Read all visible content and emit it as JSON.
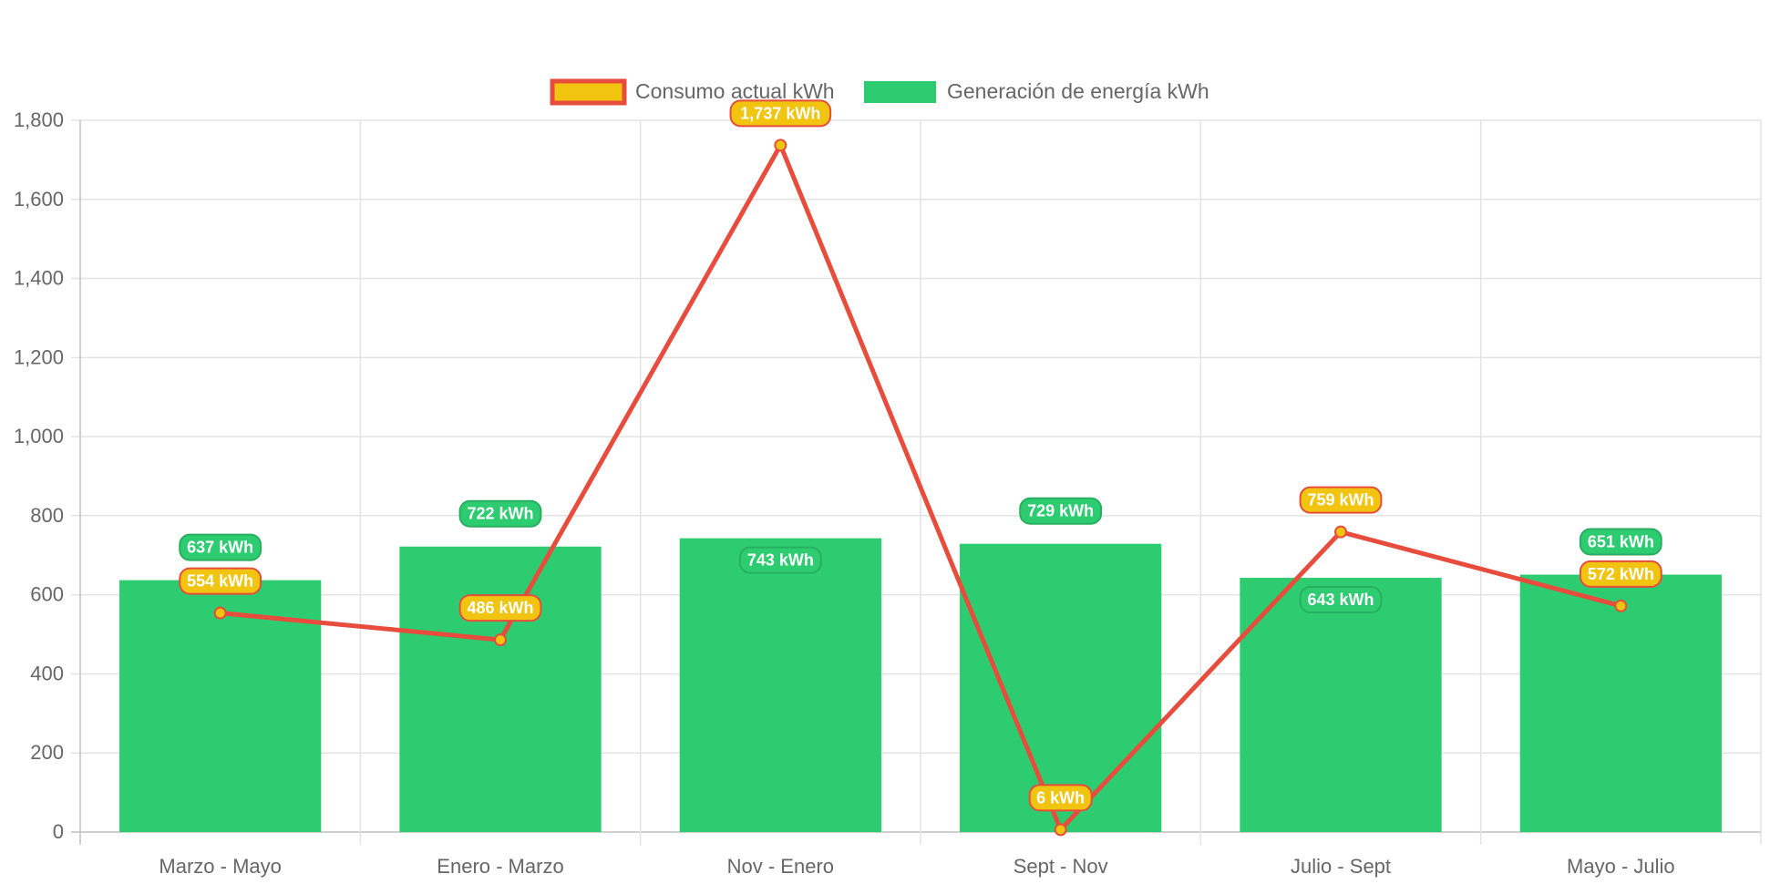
{
  "chart_data": {
    "type": "bar",
    "categories": [
      "Marzo - Mayo",
      "Enero - Marzo",
      "Nov - Enero",
      "Sept - Nov",
      "Julio - Sept",
      "Mayo - Julio"
    ],
    "ylim": [
      0,
      1800
    ],
    "yticks": [
      0,
      200,
      400,
      600,
      800,
      1000,
      1200,
      1400,
      1600,
      1800
    ],
    "ytick_labels": [
      "0",
      "200",
      "400",
      "600",
      "800",
      "1,000",
      "1,200",
      "1,400",
      "1,600",
      "1,800"
    ],
    "grid": true,
    "legend_position": "top-center",
    "series": [
      {
        "name": "Consumo actual kWh",
        "type": "line",
        "values": [
          554,
          486,
          1737,
          6,
          759,
          572
        ],
        "labels": [
          "554 kWh",
          "486 kWh",
          "1,737 kWh",
          "6 kWh",
          "759 kWh",
          "572 kWh"
        ],
        "line_color": "#e74c3c",
        "fill_color": "#f1c40f"
      },
      {
        "name": "Generación de energía kWh",
        "type": "bar",
        "values": [
          637,
          722,
          743,
          729,
          643,
          651
        ],
        "labels": [
          "637 kWh",
          "722 kWh",
          "743 kWh",
          "729 kWh",
          "643 kWh",
          "651 kWh"
        ],
        "color": "#2ecc71",
        "border_color": "#27ae60"
      }
    ]
  }
}
